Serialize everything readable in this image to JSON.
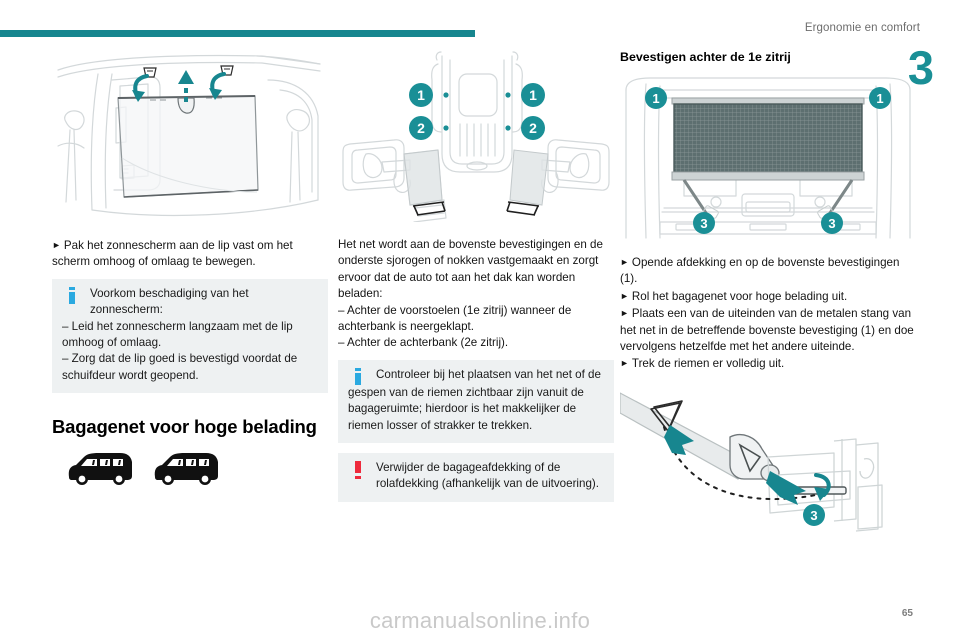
{
  "header": {
    "title": "Ergonomie en comfort",
    "chapter": "3",
    "rule_color": "#17868f"
  },
  "colors": {
    "teal": "#17868f",
    "badge_teal": "#1a8f96",
    "info_blue": "#2aa9e0",
    "warning_red": "#ee2a3c",
    "callout_bg": "#eef1f2"
  },
  "column_left": {
    "figure": {
      "name": "sunblind-window-diagram",
      "caption": "Line drawing of a rear side window sunblind being lifted by its tab, with two curved teal arrows to the upper clips and a dashed vertical teal arrow pointing up."
    },
    "instruction": "Pak het zonnescherm aan de lip vast om het scherm omhoog of omlaag te bewegen.",
    "info_box": {
      "icon": "info-icon",
      "first_line": "Voorkom beschadiging van het zonnescherm:",
      "lines": [
        "–  Leid het zonnescherm langzaam met de lip omhoog of omlaag.",
        "–  Zorg dat de lip goed is bevestigd voordat de schuifdeur wordt geopend."
      ]
    },
    "section_title": "Bagagenet voor hoge belading",
    "vehicle_icons": [
      "van-silhouette-icon",
      "van-silhouette-icon"
    ]
  },
  "column_middle": {
    "figure": {
      "name": "net-attachment-points-diagram",
      "caption": "Top view of vehicle interior with four teal numbered badges marking upper (1) and lower (2) attachment points, plus two detail views of the fixings.",
      "badges": [
        "1",
        "1",
        "2",
        "2"
      ]
    },
    "paragraph": "Het net wordt aan de bovenste bevestigingen en de onderste sjorogen of nokken vastgemaakt en zorgt ervoor dat de auto tot aan het dak kan worden beladen:",
    "list": [
      "– Achter de voorstoelen (1e zitrij) wanneer de achterbank is neergeklapt.",
      "– Achter de achterbank (2e zitrij)."
    ],
    "info_box": {
      "icon": "info-icon",
      "first_line": "Controleer bij het plaatsen van het net of de",
      "rest": "gespen van de riemen zichtbaar zijn vanuit de bagageruimte; hierdoor is het makkelijker de riemen losser of strakker te trekken."
    },
    "warning_box": {
      "icon": "warning-icon",
      "text": "Verwijder de bagageafdekking of de rolafdekking (afhankelijk van de uitvoering)."
    }
  },
  "column_right": {
    "sub_title": "Bevestigen achter de 1e zitrij",
    "figure_top": {
      "name": "cargo-net-behind-first-row-diagram",
      "caption": "Rear interior view of the van showing the dark mesh cargo net installed across the cabin behind the front seats, with teal badges 1 at the top corners and 3 at the lower strap anchors.",
      "badges": [
        "1",
        "1",
        "3",
        "3"
      ]
    },
    "instructions": [
      "Opende afdekking en op de bovenste bevestigingen (1).",
      "Rol het bagagenet voor hoge belading uit.",
      "Plaats een van de uiteinden van de metalen stang van het net in de betreffende bovenste bevestiging (1) en doe vervolgens hetzelfde met het andere uiteinde.",
      "Trek de riemen er volledig uit."
    ],
    "figure_bottom": {
      "name": "strap-buckle-anchor-detail",
      "caption": "Close-up of the net strap with its triangular buckle being hooked into the floor anchor rail; dashed path and teal arrows show the movement, with badge 3 at the anchor point.",
      "badges": [
        "3"
      ]
    }
  },
  "footer": {
    "watermark": "carmanualsonline.info",
    "page_number": "65"
  }
}
